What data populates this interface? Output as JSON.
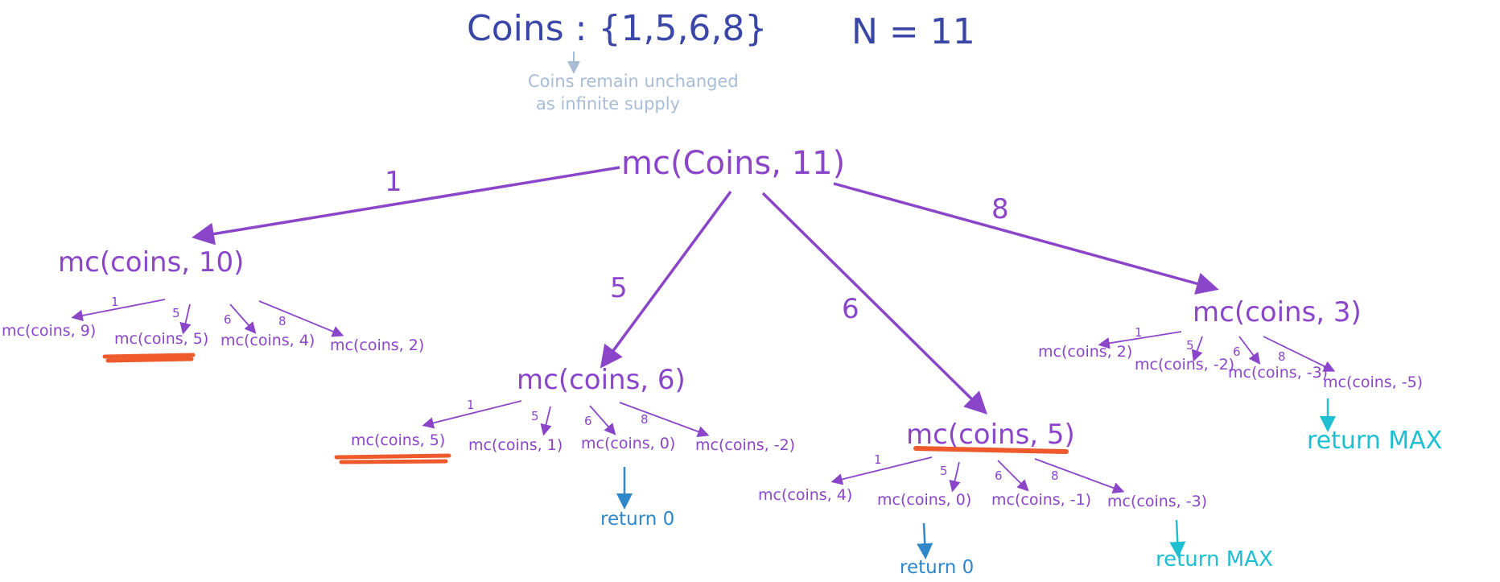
{
  "header": {
    "coins": "Coins :  {1,5,6,8}",
    "target": "N = 11",
    "note_line1": "Coins remain unchanged",
    "note_line2": "as infinite supply"
  },
  "tree": {
    "root": "mc(Coins, 11)",
    "edges": {
      "e1": "1",
      "e5": "5",
      "e6": "6",
      "e8": "8"
    },
    "level1": {
      "a": "mc(coins, 10)",
      "b": "mc(coins, 6)",
      "c": "mc(coins, 5)",
      "d": "mc(coins, 3)"
    },
    "level2": {
      "a": [
        "mc(coins, 9)",
        "mc(coins, 5)",
        "mc(coins, 4)",
        "mc(coins, 2)"
      ],
      "b": [
        "mc(coins, 5)",
        "mc(coins, 1)",
        "mc(coins, 0)",
        "mc(coins, -2)"
      ],
      "c": [
        "mc(coins, 4)",
        "mc(coins, 0)",
        "mc(coins, -1)",
        "mc(coins, -3)"
      ],
      "d": [
        "mc(coins, 2)",
        "mc(coins, -2)",
        "mc(coins, -3)",
        "mc(coins, -5)"
      ]
    },
    "returns": {
      "b_zero": "return 0",
      "c_zero": "return 0",
      "c_max": "return MAX",
      "d_max": "return MAX"
    }
  },
  "colors": {
    "title": "#3a47a8",
    "note": "#a8bcd6",
    "tree": "#8a45c9",
    "highlight": "#ee5a2c",
    "return_blue": "#2f86c9",
    "return_cyan": "#1ebfd0"
  }
}
